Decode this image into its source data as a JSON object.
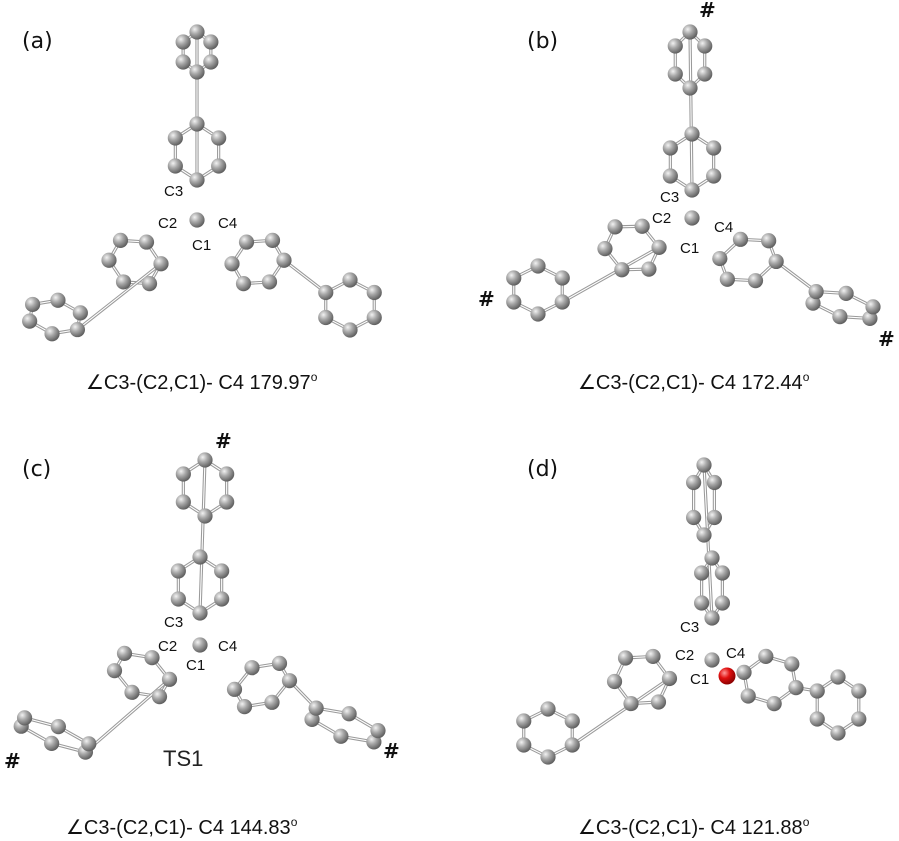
{
  "panels": [
    {
      "label": "(a)",
      "atom_labels": {
        "c1": "C1",
        "c2": "C2",
        "c3": "C3",
        "c4": "C4"
      },
      "hash_marks": [],
      "angle_text": "∠C3-(C2,C1)- C4 179.97",
      "degree_sign": "o"
    },
    {
      "label": "(b)",
      "atom_labels": {
        "c1": "C1",
        "c2": "C2",
        "c3": "C3",
        "c4": "C4"
      },
      "hash_marks": [
        "#",
        "#",
        "#"
      ],
      "angle_text": "∠C3-(C2,C1)- C4 172.44",
      "degree_sign": "o"
    },
    {
      "label": "(c)",
      "atom_labels": {
        "c1": "C1",
        "c2": "C2",
        "c3": "C3",
        "c4": "C4"
      },
      "hash_marks": [
        "#",
        "#",
        "#"
      ],
      "angle_text": "∠C3-(C2,C1)- C4 144.83",
      "degree_sign": "o",
      "state_label": "TS1"
    },
    {
      "label": "(d)",
      "atom_labels": {
        "c1": "C1",
        "c2": "C2",
        "c3": "C3",
        "c4": "C4"
      },
      "hash_marks": [],
      "angle_text": "∠C3-(C2,C1)- C4 121.88",
      "degree_sign": "o",
      "highlight_color": "#e01010"
    }
  ],
  "colors": {
    "atom": "#8f8f8f",
    "atom_highlight": "#e01010",
    "bond": "#9a9a9a"
  }
}
